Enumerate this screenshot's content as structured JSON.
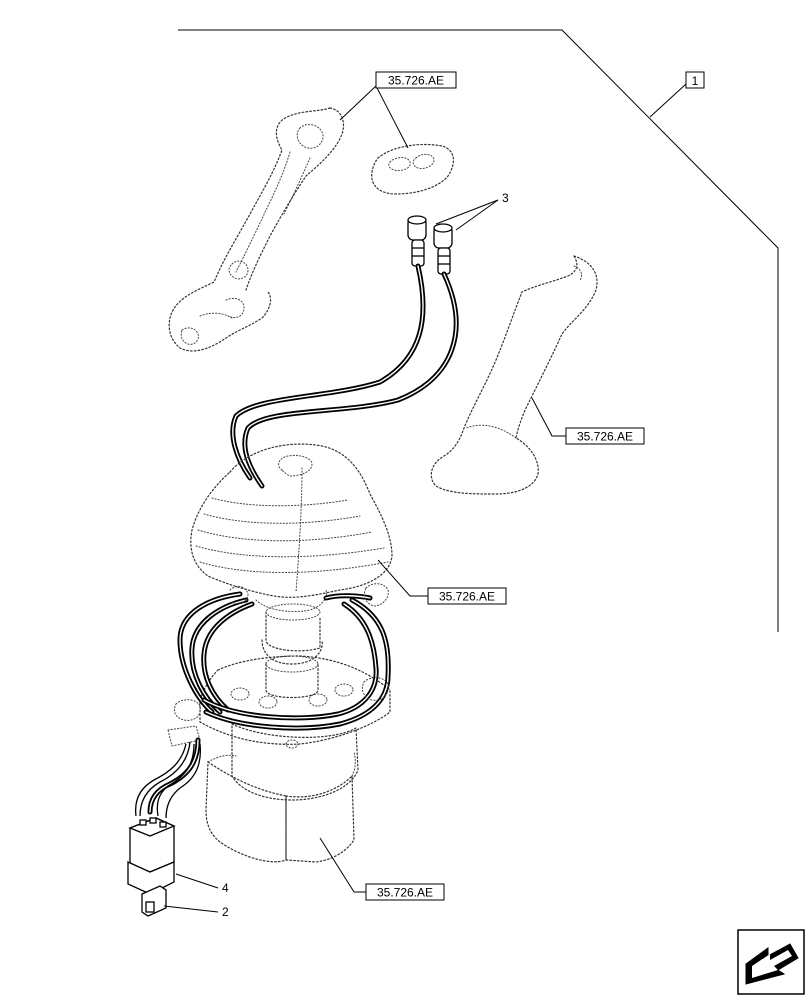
{
  "callouts": {
    "one": "1",
    "two": "2",
    "three": "3",
    "four": "4"
  },
  "references": {
    "grip_parts": "35.726.AE",
    "handle_cover": "35.726.AE",
    "boot": "35.726.AE",
    "valve_body": "35.726.AE"
  },
  "icons": {
    "navigation": "next-page-arrow-icon"
  }
}
